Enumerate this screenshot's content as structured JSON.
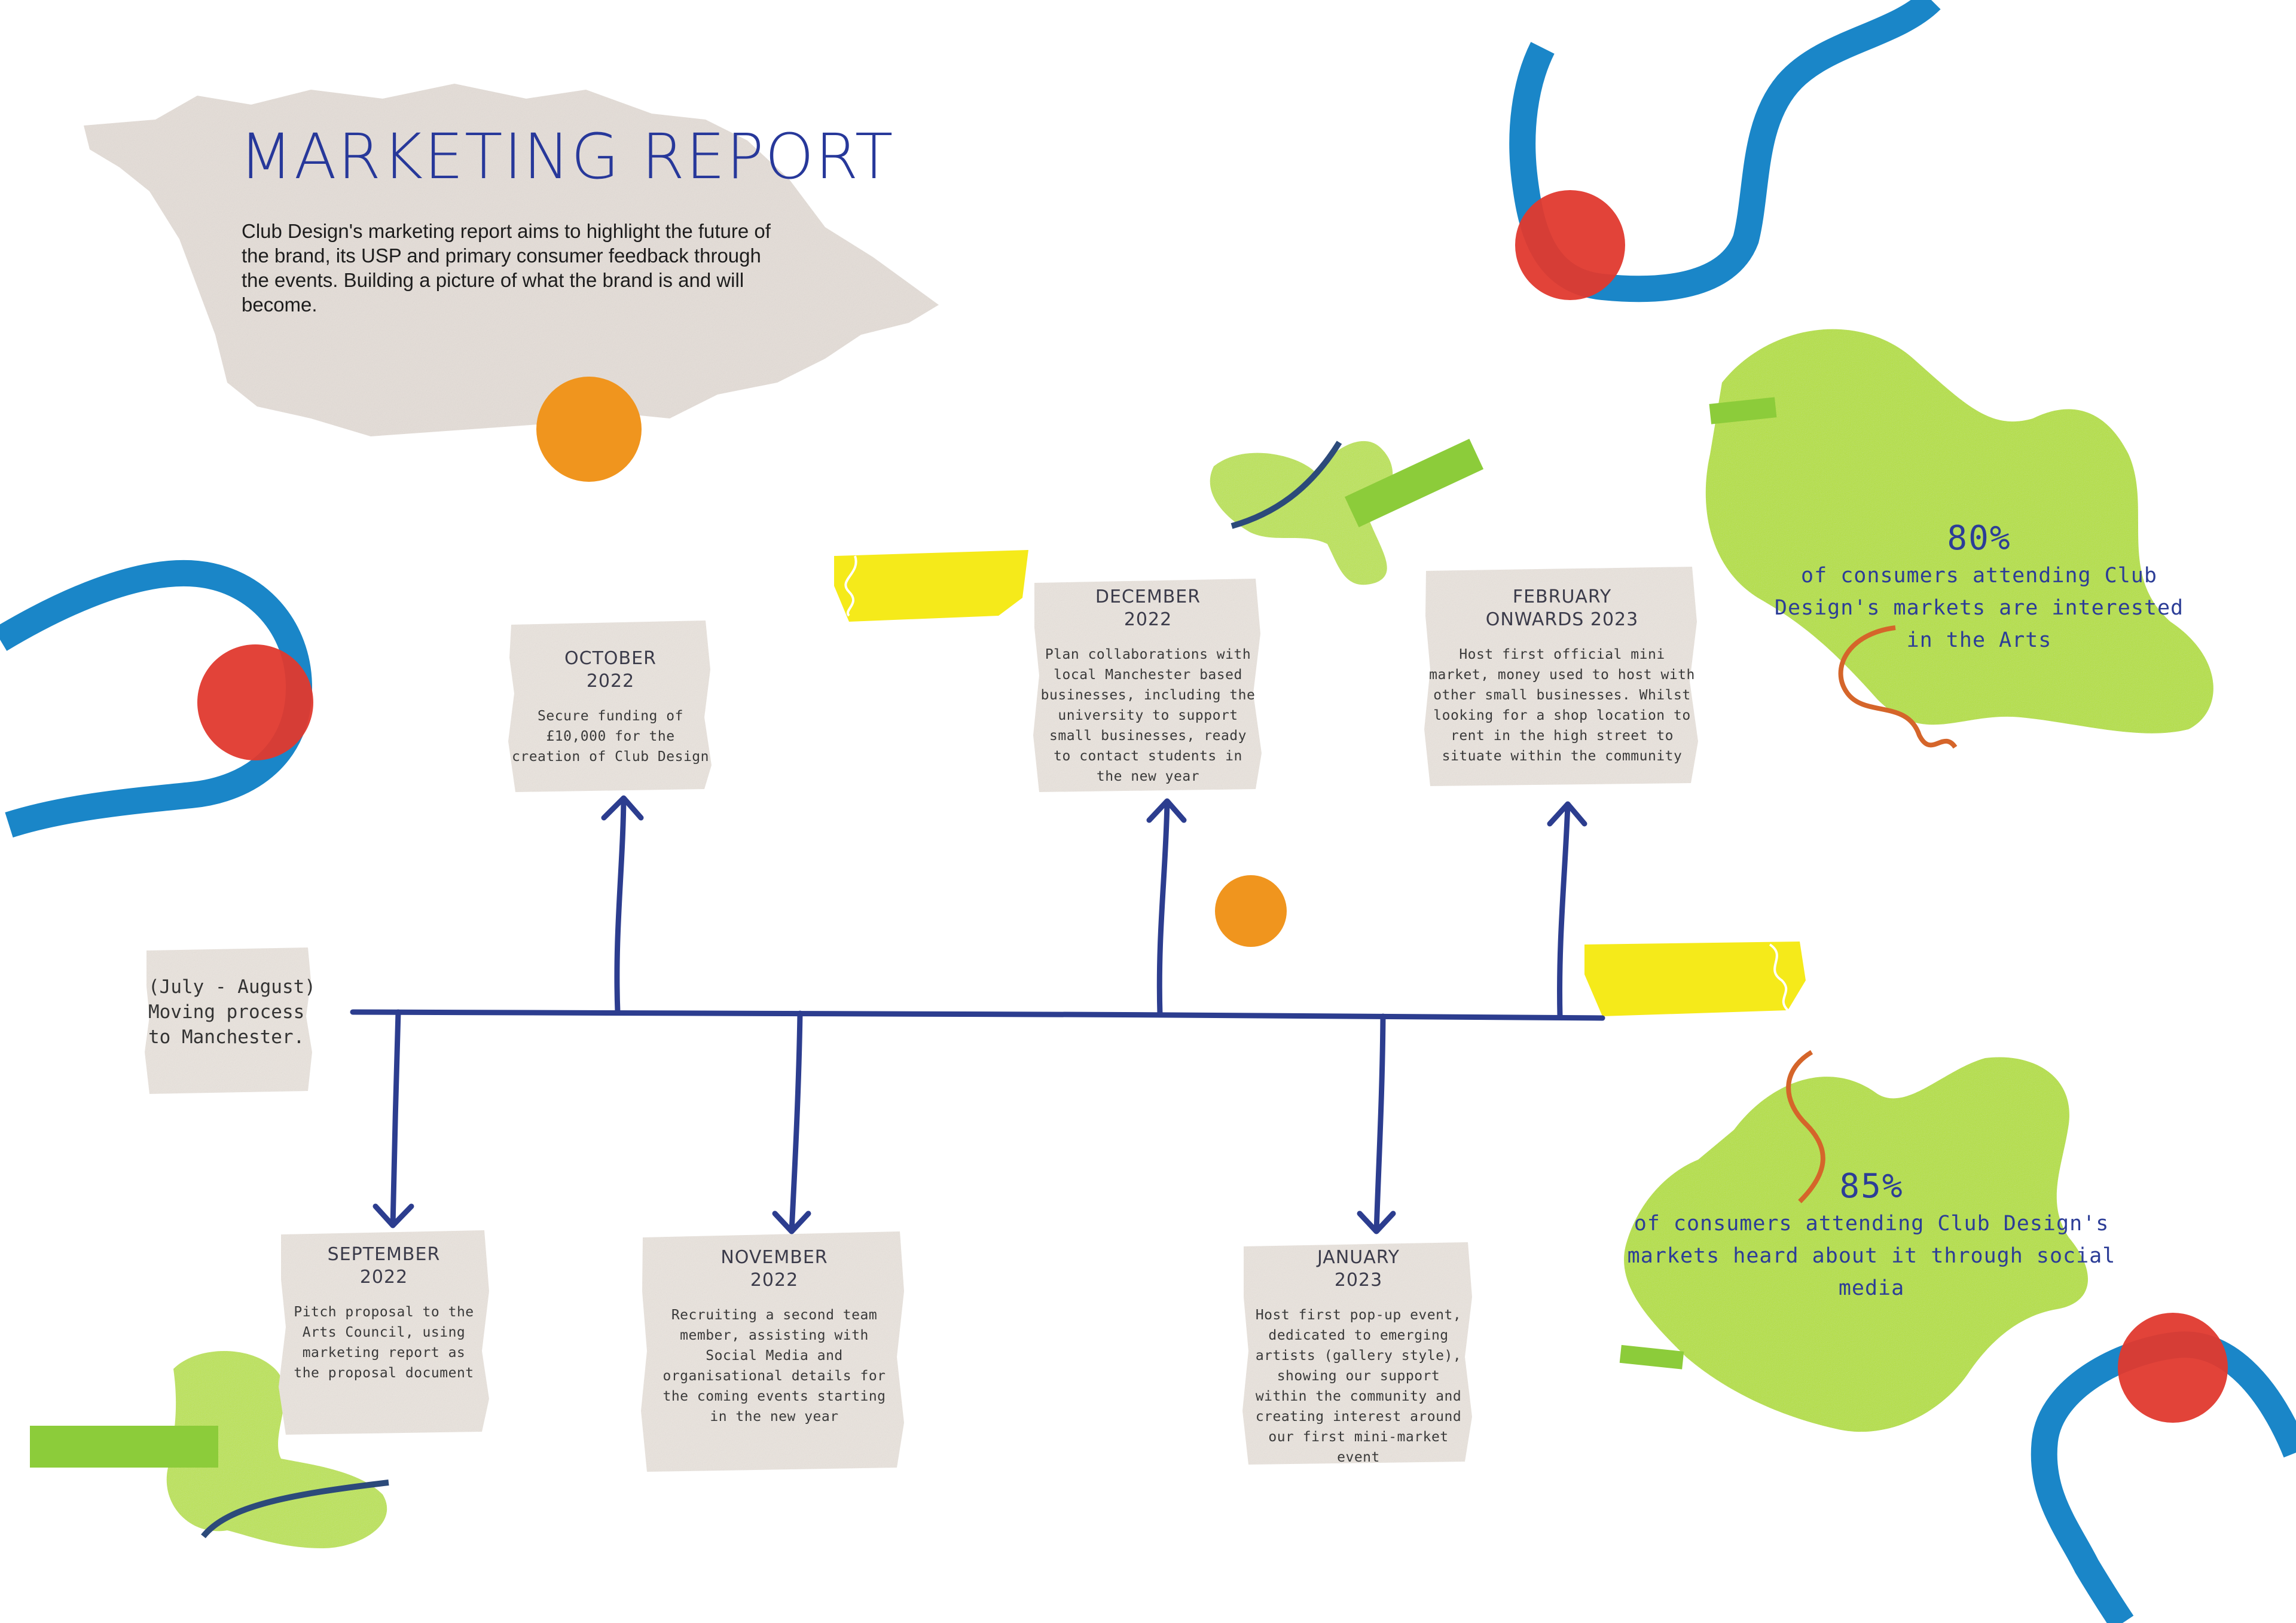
{
  "report": {
    "title": "MARKETING REPORT",
    "intro": "Club Design's marketing report aims to highlight the future of the brand, its USP and primary consumer feedback through the events. Building a picture of what the brand is and will become."
  },
  "timeline": {
    "start_note": "(July - August) Moving process to Manchester.",
    "events": [
      {
        "id": "september",
        "heading": "SEPTEMBER\n2022",
        "body": "Pitch proposal to the Arts Council, using marketing report as the proposal document",
        "side": "below"
      },
      {
        "id": "october",
        "heading": "OCTOBER\n2022",
        "body": "Secure funding of £10,000 for the creation of Club Design",
        "side": "above"
      },
      {
        "id": "november",
        "heading": "NOVEMBER\n2022",
        "body": "Recruiting a second team member, assisting with Social Media and organisational details for the coming events starting in the new year",
        "side": "below"
      },
      {
        "id": "december",
        "heading": "DECEMBER\n2022",
        "body": "Plan collaborations with local Manchester based businesses, including the university to support small businesses, ready to contact students in the new year",
        "side": "above"
      },
      {
        "id": "january",
        "heading": "JANUARY\n2023",
        "body": "Host first pop-up event, dedicated to emerging artists (gallery style), showing our support within the community and creating interest around our first mini-market event",
        "side": "below"
      },
      {
        "id": "february",
        "heading": "FEBRUARY\nONWARDS 2023",
        "body": "Host first official mini market, money used to host with other small businesses. Whilst looking for a shop location to rent in the high street to situate within the community",
        "side": "above"
      }
    ]
  },
  "stats": [
    {
      "value": "80%",
      "text": "of consumers attending Club Design's markets are interested in the Arts"
    },
    {
      "value": "85%",
      "text": "of consumers attending Club Design's markets heard about it through social media"
    }
  ],
  "colors": {
    "navy": "#2c3d8f",
    "blue_ribbon": "#1a86c8",
    "red_dot": "#e0392e",
    "orange_dot": "#f0951e",
    "lime": "#b6e237",
    "green_strip": "#8ccc3a",
    "yellow": "#f5ea1a",
    "paper": "#ebe5df",
    "text_blue": "#2c3d97"
  }
}
